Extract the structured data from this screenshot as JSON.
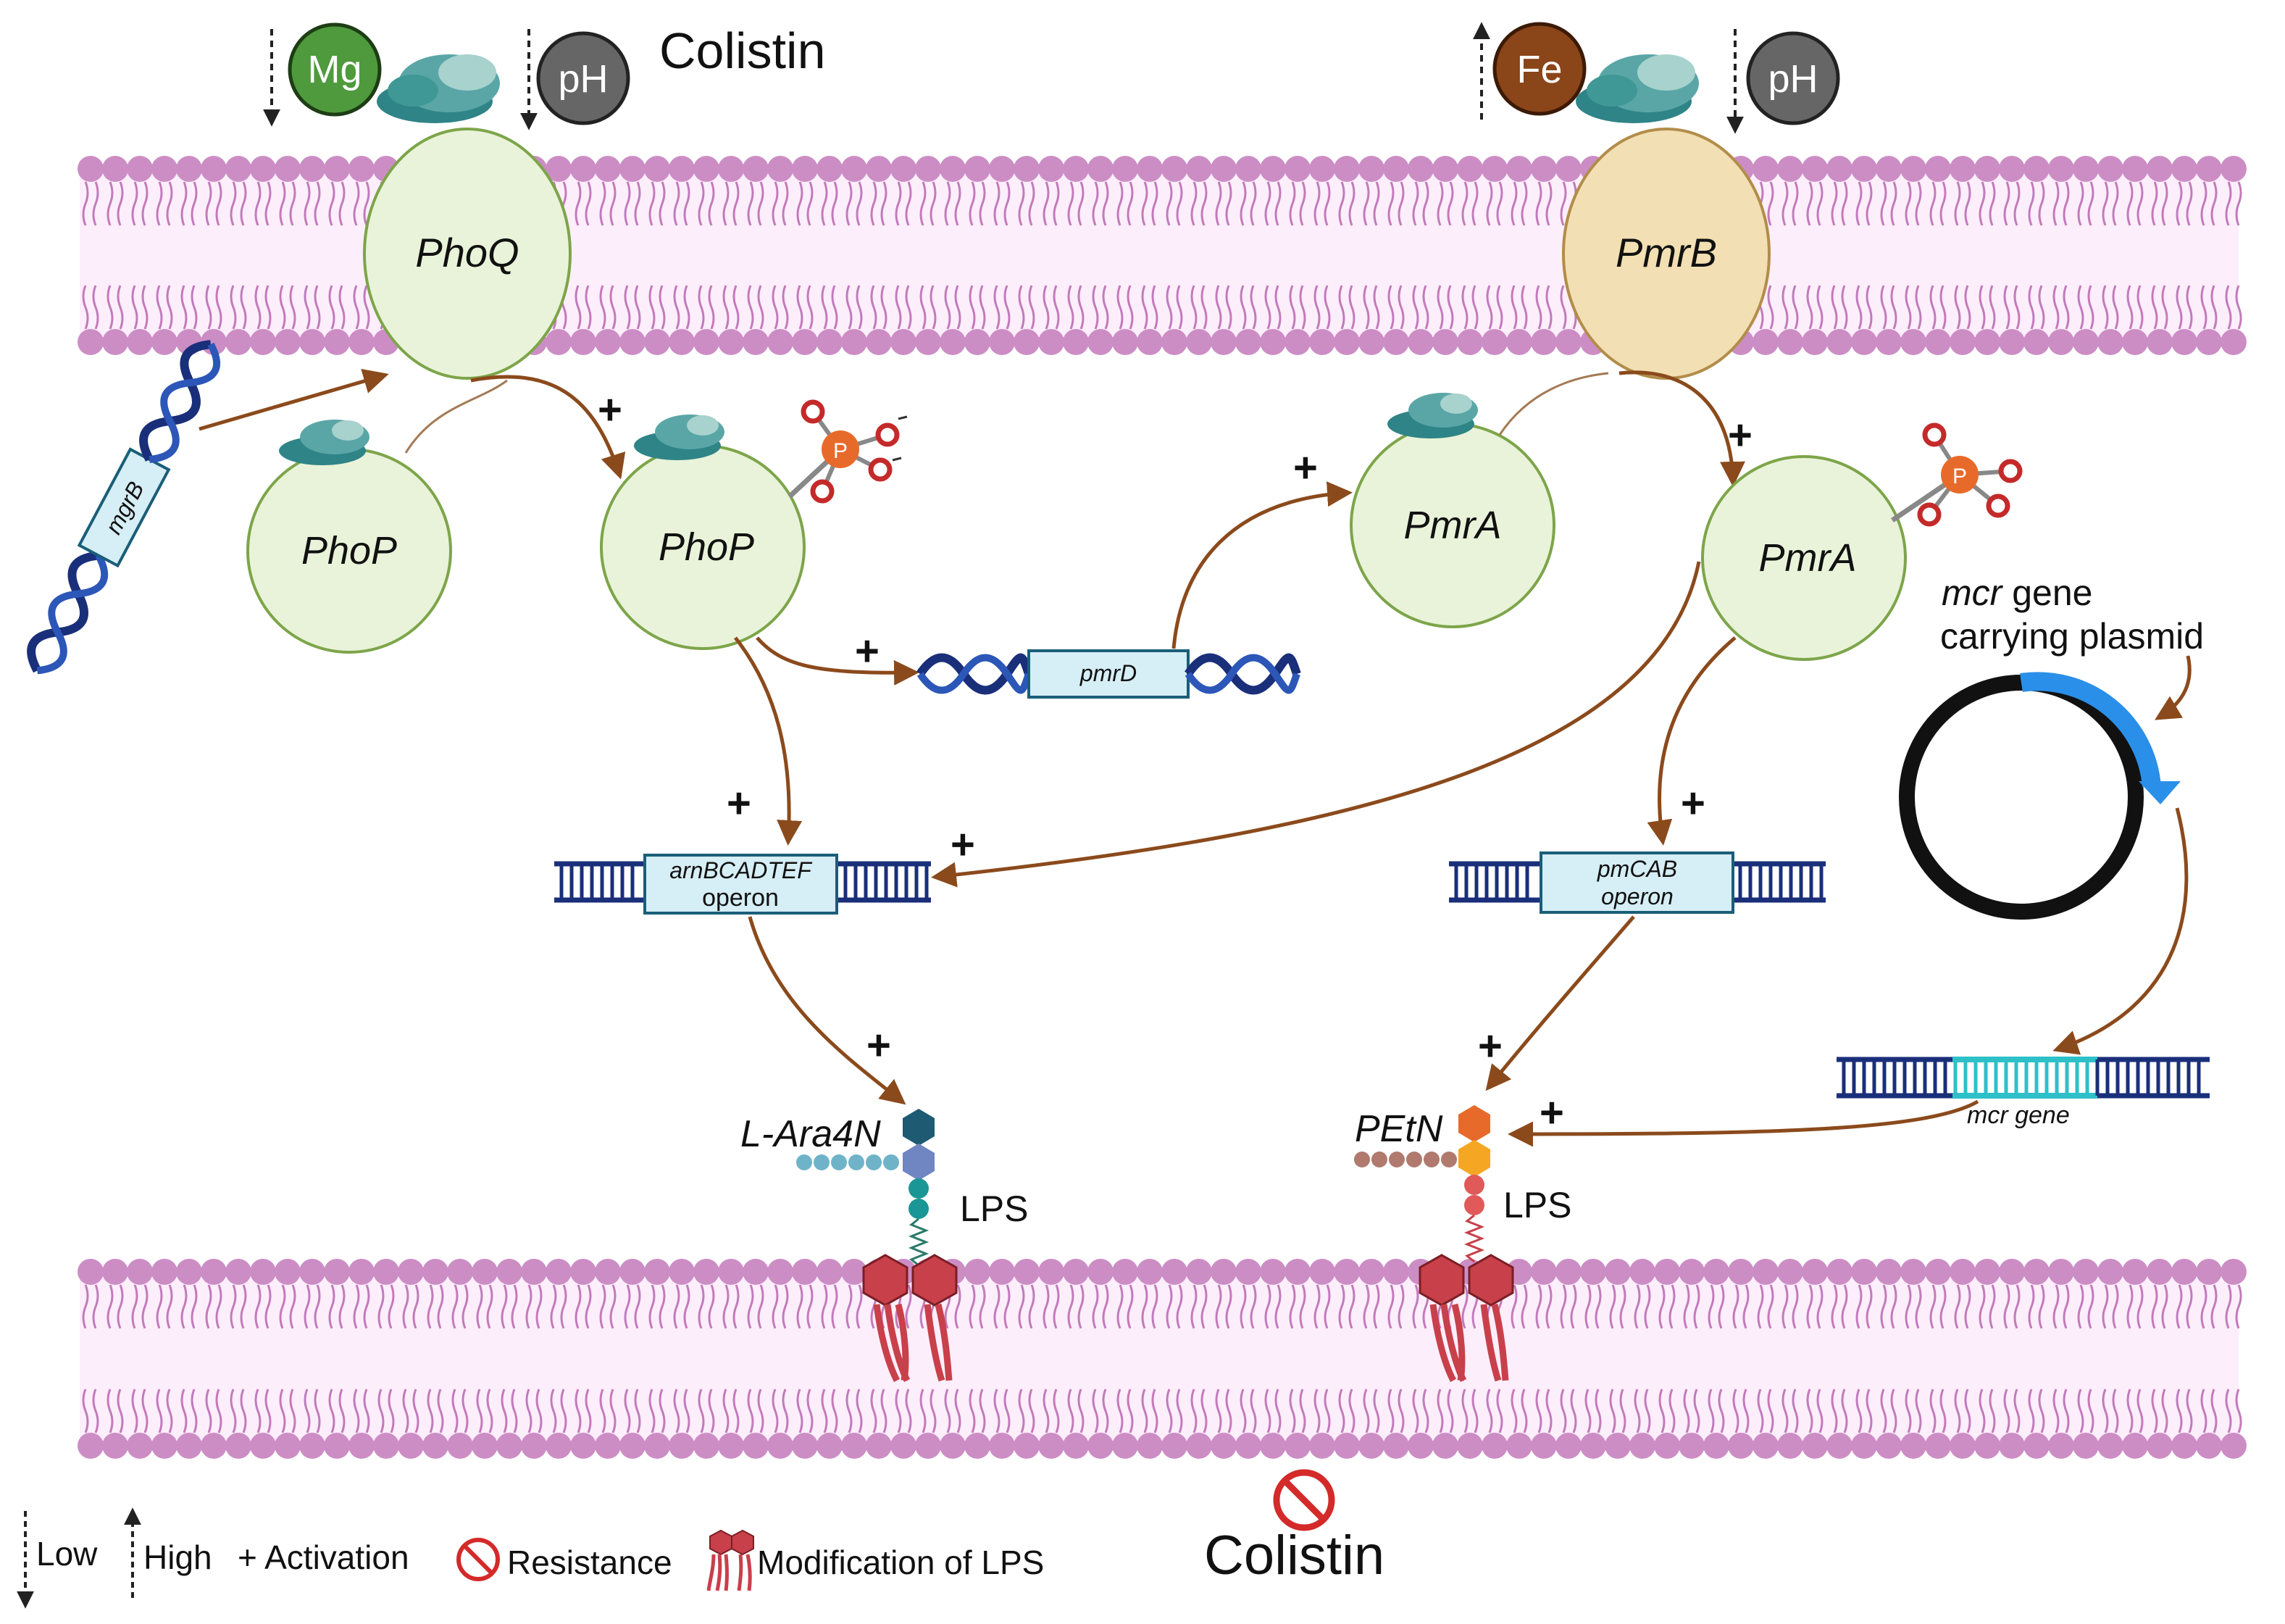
{
  "labels": {
    "colistin_top": "Colistin",
    "colistin_bottom": "Colistin",
    "mg": "Mg",
    "ph_left": "pH",
    "fe": "Fe",
    "ph_right": "pH",
    "phoq": "PhoQ",
    "pmrb": "PmrB",
    "phop_inactive": "PhoP",
    "phop_active": "PhoP",
    "pmra_inactive": "PmrA",
    "pmra_active": "PmrA",
    "mgrb": "mgrB",
    "pmrd": "pmrD",
    "arn_line1": "arnBCADTEF",
    "arn_line2": "operon",
    "pmcab_line1": "pmCAB",
    "pmcab_line2": "operon",
    "plasmid_line1_italic": "mcr",
    "plasmid_line1_rest": " gene",
    "plasmid_line2": "carrying plasmid",
    "mcr_gene": "mcr gene",
    "l_ara4n": "L-Ara4N",
    "petn": "PEtN",
    "lps_left": "LPS",
    "lps_right": "LPS",
    "plus": "+",
    "phosphate_p": "P"
  },
  "legend": {
    "low": "Low",
    "high": "High",
    "activation": "+ Activation",
    "resistance": "Resistance",
    "modification": "Modification of LPS"
  },
  "colors": {
    "membrane_head": "#cc8dc5",
    "membrane_tail": "#c27bbb",
    "membrane_fill": "#fdeefb",
    "phoq_fill": "#e9f3d9",
    "pmrb_fill": "#f2dfb3",
    "arrow": "#8b4a1c",
    "dna": "#1a2f7a",
    "gene_box": "#d6eef5",
    "mg": "#4e9a3c",
    "fe": "#8a4518",
    "ph": "#666666",
    "lps_red": "#c8404a",
    "plasmid_blue": "#2a8fe8"
  }
}
